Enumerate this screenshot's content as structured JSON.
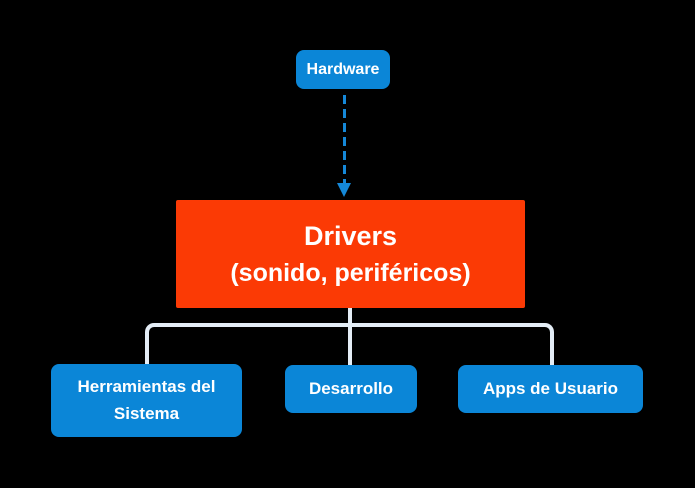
{
  "diagram": {
    "colors": {
      "background": "#000000",
      "node_blue": "#0b86d7",
      "node_red": "#fb3a05",
      "arrow_blue": "#1588d8",
      "connector_white": "#e4edf6",
      "text": "#ffffff"
    },
    "hardware": {
      "label": "Hardware"
    },
    "drivers": {
      "title": "Drivers",
      "subtitle": "(sonido, periféricos)"
    },
    "children": [
      {
        "label": "Herramientas del Sistema"
      },
      {
        "label": "Desarrollo"
      },
      {
        "label": "Apps de Usuario"
      }
    ]
  }
}
